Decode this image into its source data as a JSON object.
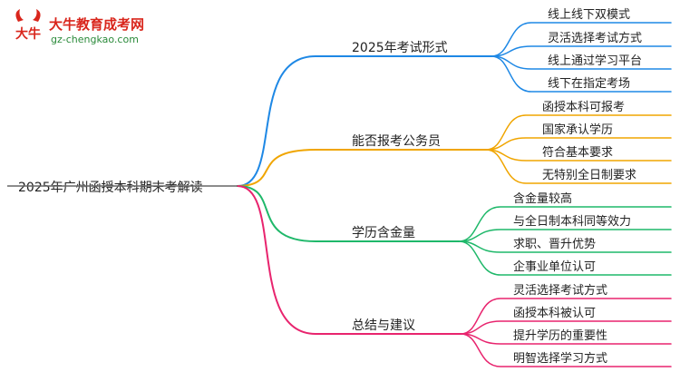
{
  "logo": {
    "site_name": "大牛教育成考网",
    "url": "gz-chengkao.com",
    "mark_text": "大牛"
  },
  "root": {
    "label": "2025年广州函授本科期末考解读"
  },
  "colors": {
    "branch_0": "#1e88e5",
    "branch_1": "#f0a500",
    "branch_2": "#1fb86a",
    "branch_3": "#e8246e",
    "root_line": "#666666"
  },
  "branches": [
    {
      "label": "2025年考试形式",
      "children": [
        "线上线下双模式",
        "灵活选择考试方式",
        "线上通过学习平台",
        "线下在指定考场"
      ]
    },
    {
      "label": "能否报考公务员",
      "children": [
        "函授本科可报考",
        "国家承认学历",
        "符合基本要求",
        "无特别全日制要求"
      ]
    },
    {
      "label": "学历含金量",
      "children": [
        "含金量较高",
        "与全日制本科同等效力",
        "求职、晋升优势",
        "企事业单位认可"
      ]
    },
    {
      "label": "总结与建议",
      "children": [
        "灵活选择考试方式",
        "函授本科被认可",
        "提升学历的重要性",
        "明智选择学习方式"
      ]
    }
  ]
}
